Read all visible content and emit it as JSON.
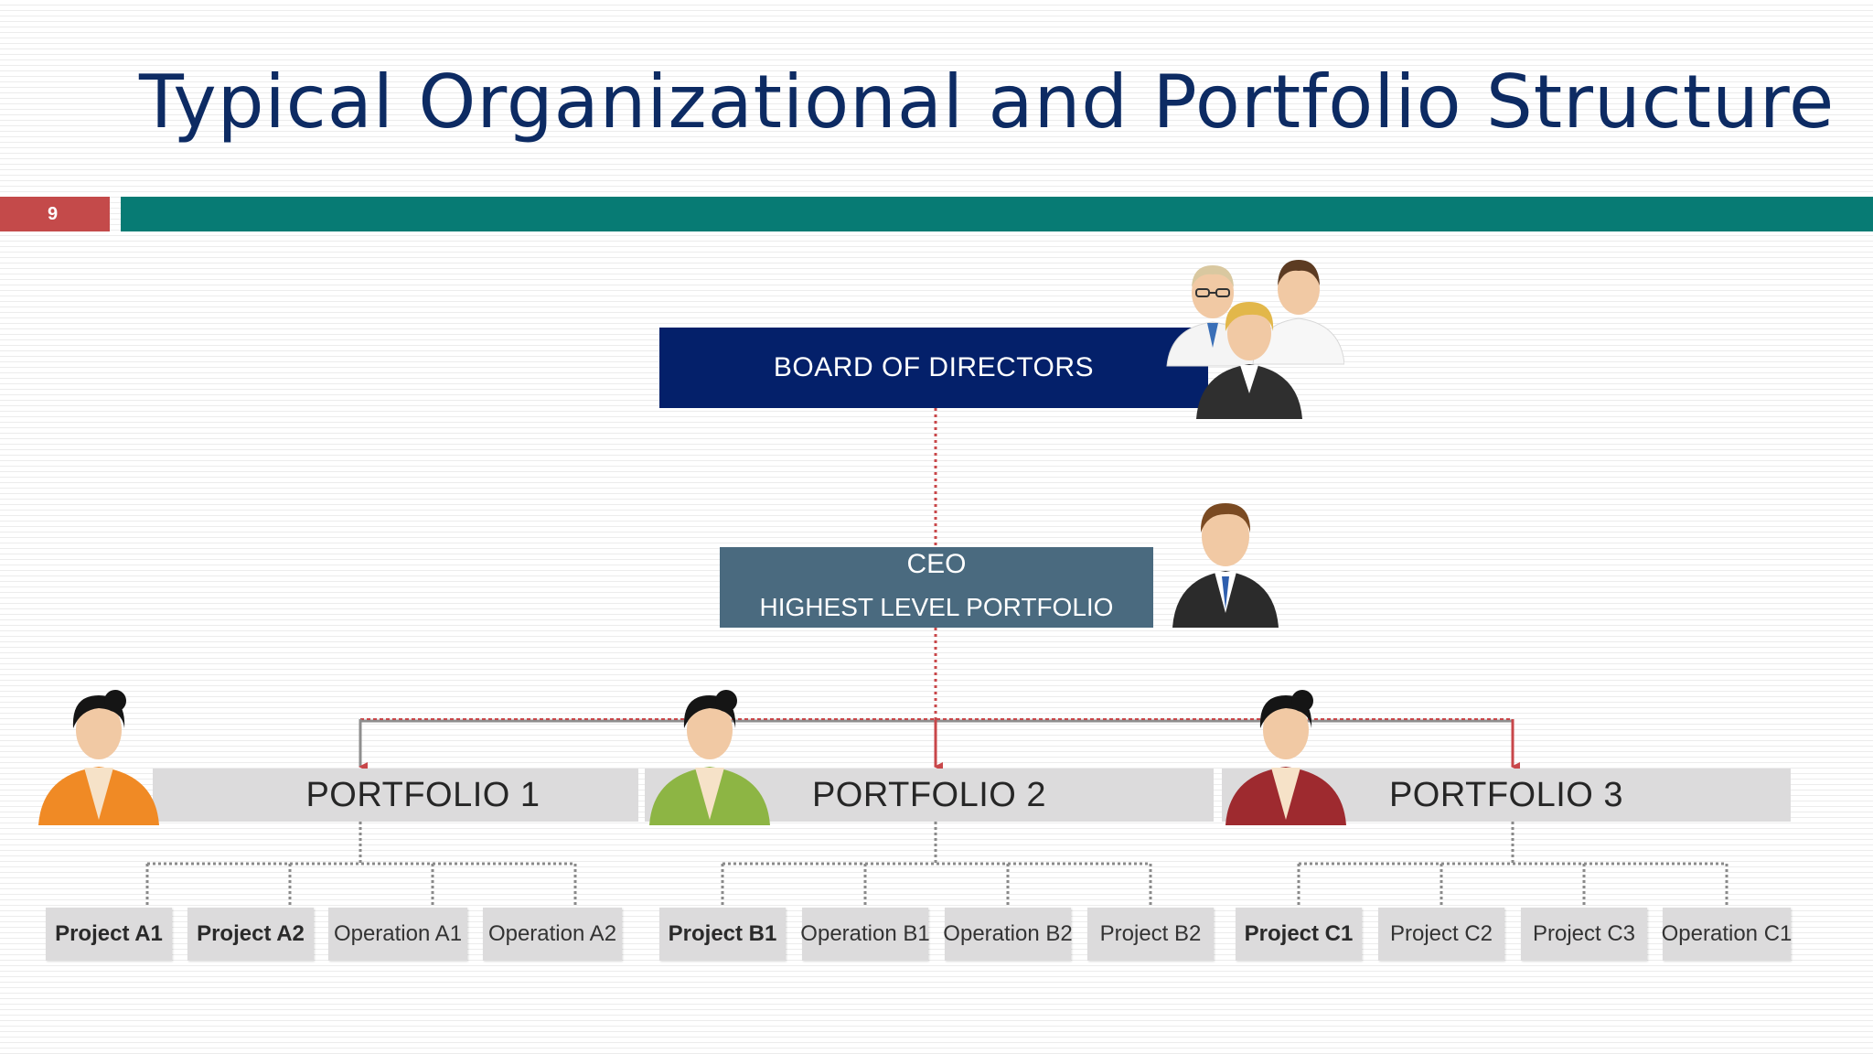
{
  "slide": {
    "title": "Typical Organizational and Portfolio Structure",
    "page_number": "9"
  },
  "colors": {
    "title": "#0d2b63",
    "accent_bar": "#077b74",
    "page_number_bar": "#c44a4a",
    "board_box": "#04206a",
    "ceo_box": "#4a6a7f",
    "portfolio_box": "#dcdbdc",
    "connector": "#c8474a"
  },
  "org": {
    "board": {
      "label": "BOARD OF DIRECTORS",
      "icon": "board-group-icon"
    },
    "ceo": {
      "title": "CEO",
      "subtitle": "HIGHEST LEVEL PORTFOLIO",
      "icon": "ceo-person-icon"
    },
    "portfolios": [
      {
        "label": "PORTFOLIO 1",
        "icon": "manager-orange-icon",
        "children": [
          "Project A1",
          "Project A2",
          "Operation A1",
          "Operation A2"
        ]
      },
      {
        "label": "PORTFOLIO 2",
        "icon": "manager-green-icon",
        "children": [
          "Project B1",
          "Operation B1",
          "Operation B2",
          "Project B2"
        ]
      },
      {
        "label": "PORTFOLIO 3",
        "icon": "manager-red-icon",
        "children": [
          "Project C1",
          "Project C2",
          "Project C3",
          "Operation C1"
        ]
      }
    ]
  }
}
